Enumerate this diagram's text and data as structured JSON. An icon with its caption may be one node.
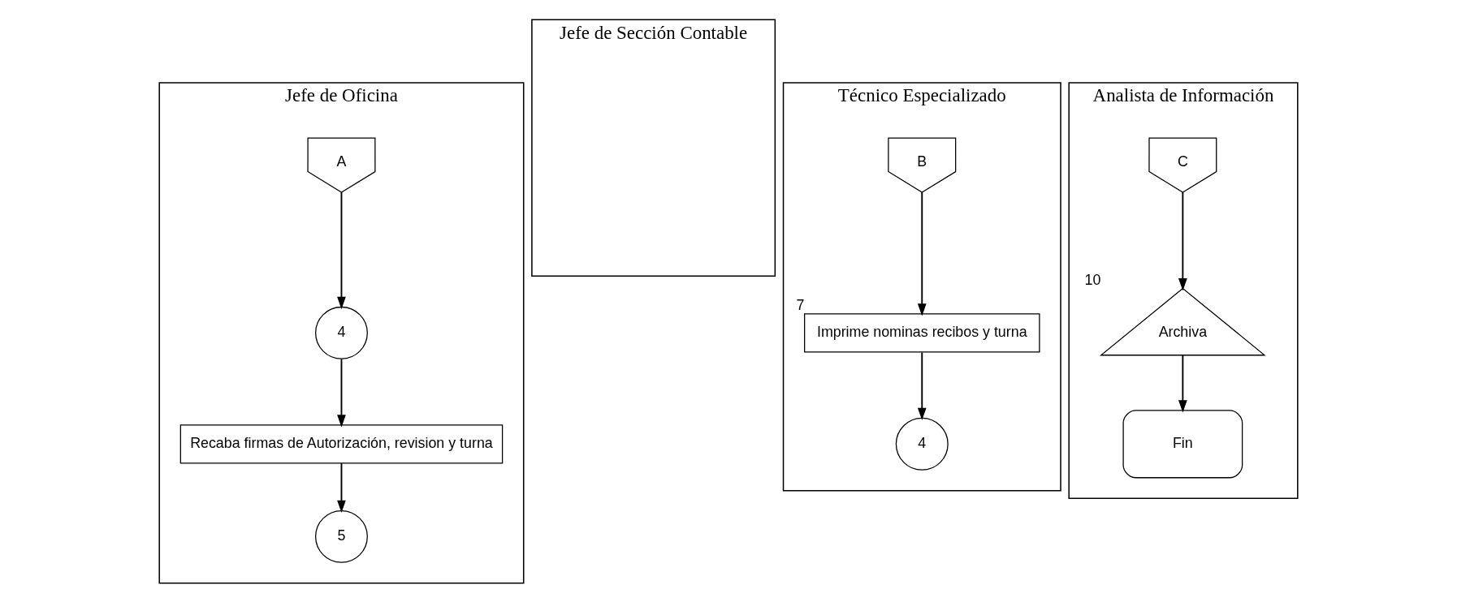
{
  "diagram": {
    "nodes": [
      {
        "text": [
          "Jefe de Oficina"
        ]
      },
      {
        "text": [
          "A"
        ],
        "in": 0
      },
      {
        "text": [
          "4"
        ],
        "in": 0
      },
      {
        "text": [
          "Recaba firmas de Autorización, revision y turna"
        ],
        "in": 0
      },
      {
        "text": [
          "5"
        ],
        "in": 0
      },
      {
        "text": [
          "Jefe de Sección Contable"
        ]
      },
      {
        "text": [
          "Técnico Especializado"
        ]
      },
      {
        "text": [
          "B"
        ],
        "in": 6
      },
      {
        "text": [
          "Imprime nominas recibos y turna"
        ],
        "beside": [
          "7"
        ],
        "in": 6
      },
      {
        "text": [
          "4"
        ],
        "in": 6
      },
      {
        "text": [
          "Analista de Información"
        ]
      },
      {
        "text": [
          "C"
        ],
        "in": 10
      },
      {
        "text": [
          "Archiva"
        ],
        "beside": [
          "10"
        ],
        "in": 10
      },
      {
        "text": [
          "Fin"
        ],
        "in": 10
      }
    ],
    "edges": [
      {
        "from": 1,
        "to": 2,
        "arrow": "to"
      },
      {
        "from": 2,
        "to": 3,
        "arrow": "to"
      },
      {
        "from": 3,
        "to": 4,
        "arrow": "to"
      },
      {
        "from": 7,
        "to": 8,
        "arrow": "to"
      },
      {
        "from": 8,
        "to": 9,
        "arrow": "to"
      },
      {
        "from": 11,
        "to": 12,
        "arrow": "to"
      },
      {
        "from": 12,
        "to": 13,
        "arrow": "to"
      }
    ]
  }
}
